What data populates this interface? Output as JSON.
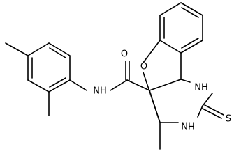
{
  "atoms": {
    "o_ring": "O",
    "o_carbonyl": "O",
    "nh_amide": "NH",
    "nh_upper": "NH",
    "nh_lower": "NH",
    "s_thione": "S"
  },
  "colors": {
    "bond": "#000000",
    "text": "#000000",
    "background": "#ffffff"
  }
}
